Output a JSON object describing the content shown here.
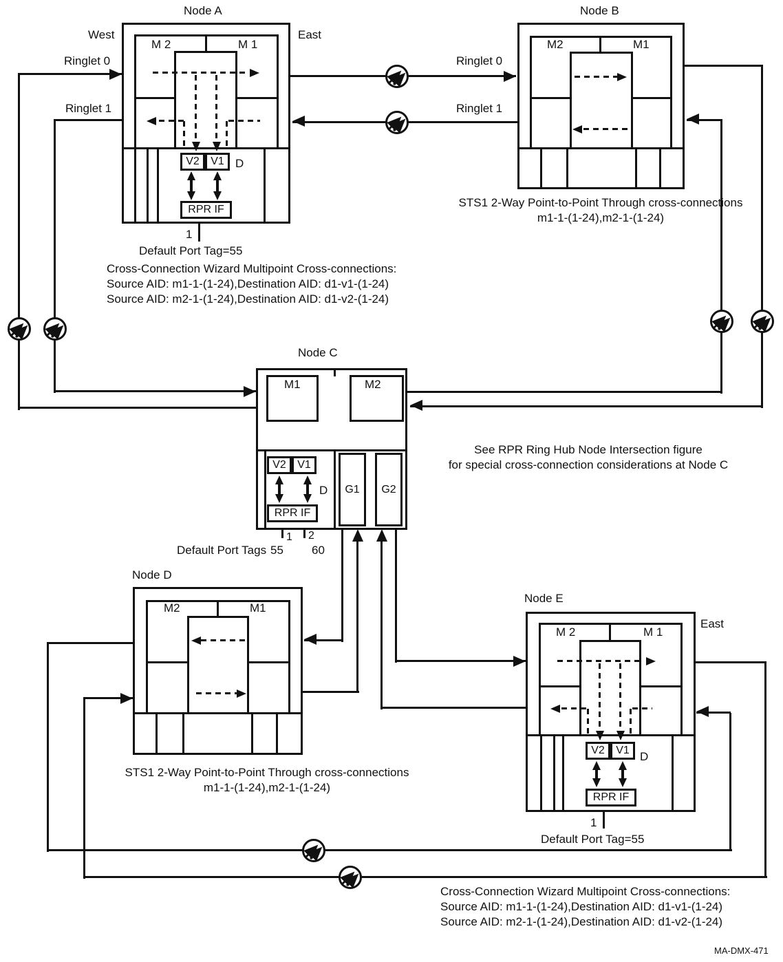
{
  "figure_id": "MA-DMX-471",
  "icons": {
    "attenuator": "circle with two diagonal up-right arrows (fiber link symbol)"
  },
  "nodes": {
    "a": {
      "title": "Node A",
      "west": "West",
      "east": "East",
      "ringlet0": "Ringlet 0",
      "ringlet1": "Ringlet 1",
      "m2": "M 2",
      "m1": "M 1",
      "v2": "V2",
      "v1": "V1",
      "d": "D",
      "rpr_if": "RPR IF",
      "port": "1",
      "port_tag": "Default Port Tag=55",
      "cc_title": "Cross-Connection Wizard Multipoint Cross-connections:",
      "cc_line1": "Source AID: m1-1-(1-24),Destination AID: d1-v1-(1-24)",
      "cc_line2": "Source AID: m2-1-(1-24),Destination AID: d1-v2-(1-24)"
    },
    "b": {
      "title": "Node B",
      "ringlet0": "Ringlet 0",
      "ringlet1": "Ringlet 1",
      "m2": "M2",
      "m1": "M1",
      "sts_line1": "STS1 2-Way Point-to-Point Through cross-connections",
      "sts_line2": "m1-1-(1-24),m2-1-(1-24)"
    },
    "c": {
      "title": "Node C",
      "m1": "M1",
      "m2": "M2",
      "v2": "V2",
      "v1": "V1",
      "d": "D",
      "rpr_if": "RPR IF",
      "g1": "G1",
      "g2": "G2",
      "port1": "1",
      "port2": "2",
      "port_tags_label": "Default Port Tags",
      "tag1": "55",
      "tag2": "60",
      "note_line1": "See RPR Ring Hub Node Intersection figure",
      "note_line2": "for special cross-connection considerations at Node C"
    },
    "d": {
      "title": "Node D",
      "m2": "M2",
      "m1": "M1",
      "sts_line1": "STS1 2-Way Point-to-Point Through cross-connections",
      "sts_line2": "m1-1-(1-24),m2-1-(1-24)"
    },
    "e": {
      "title": "Node E",
      "east": "East",
      "m2": "M 2",
      "m1": "M 1",
      "v2": "V2",
      "v1": "V1",
      "d": "D",
      "rpr_if": "RPR IF",
      "port": "1",
      "port_tag": "Default Port Tag=55",
      "cc_title": "Cross-Connection Wizard Multipoint Cross-connections:",
      "cc_line1": "Source AID: m1-1-(1-24),Destination AID: d1-v1-(1-24)",
      "cc_line2": "Source AID: m2-1-(1-24),Destination AID: d1-v2-(1-24)"
    }
  }
}
